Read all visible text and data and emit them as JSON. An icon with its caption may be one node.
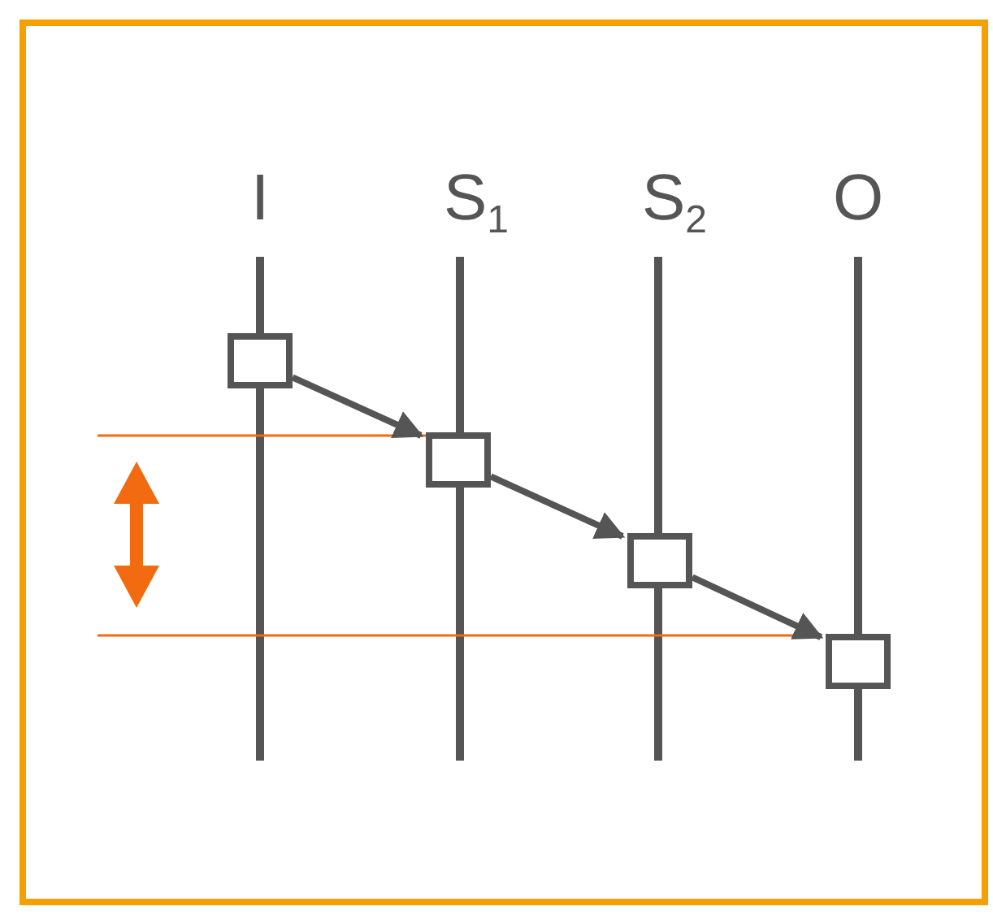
{
  "diagram": {
    "nodes": [
      {
        "text": [],
        "shape": "box"
      },
      {
        "text": [],
        "shape": "box"
      },
      {
        "text": [],
        "shape": "box"
      },
      {
        "text": [],
        "shape": "box"
      }
    ],
    "edges": [
      {
        "from": 0,
        "to": 1,
        "arrow": "to"
      },
      {
        "from": 1,
        "to": 2,
        "arrow": "to"
      },
      {
        "from": 2,
        "to": 3,
        "arrow": "to"
      }
    ],
    "labels": [
      "I",
      "S$_{1}$",
      "S$_{2}$",
      "O"
    ]
  }
}
